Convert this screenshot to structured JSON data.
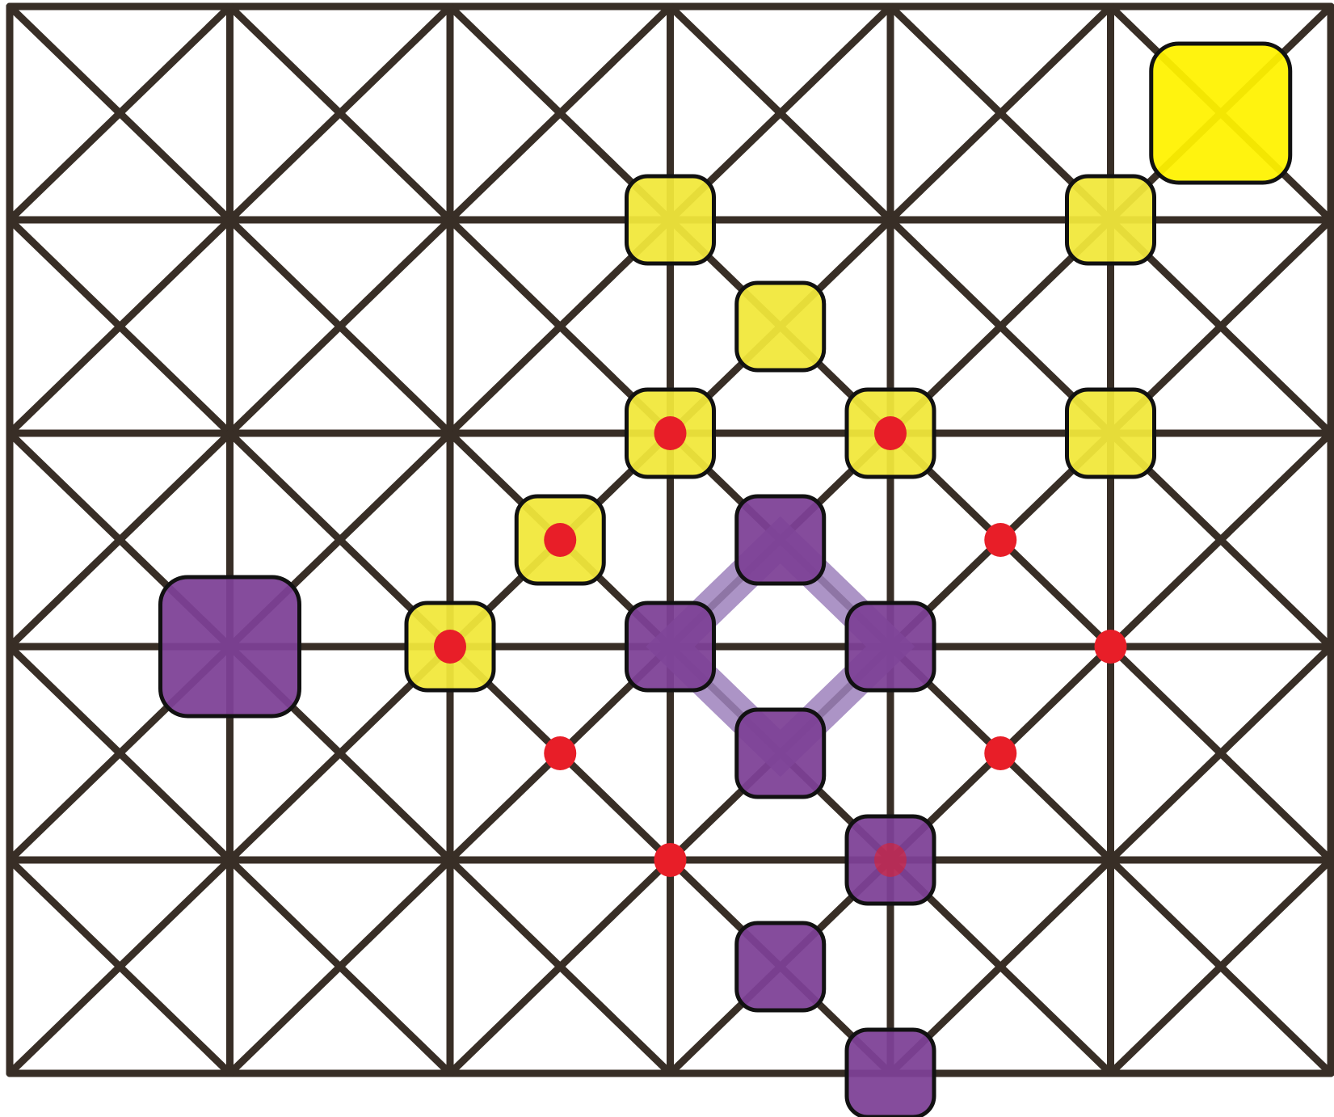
{
  "board": {
    "columns": 6,
    "rows": 5,
    "background": "#ffffff",
    "line_color": "#382e26"
  },
  "colors": {
    "yellow_piece": "#f1e83a",
    "yellow_selected": "#fff200",
    "purple_piece": "#7d4196",
    "highlight_band": "#9e81bc",
    "marker": "#e81e28",
    "piece_outline": "#111111"
  },
  "selected_pieces": [
    {
      "color": "purple",
      "node": [
        1,
        3
      ]
    },
    {
      "color": "yellow",
      "node": [
        5.5,
        0.5
      ]
    }
  ],
  "pieces": [
    {
      "color": "yellow",
      "node": [
        3,
        1
      ]
    },
    {
      "color": "yellow",
      "node": [
        3.5,
        1.5
      ]
    },
    {
      "color": "yellow",
      "node": [
        3,
        2
      ],
      "marked": true
    },
    {
      "color": "yellow",
      "node": [
        4,
        2
      ],
      "marked": true
    },
    {
      "color": "yellow",
      "node": [
        2.5,
        2.5
      ],
      "marked": true
    },
    {
      "color": "yellow",
      "node": [
        2,
        3
      ],
      "marked": true
    },
    {
      "color": "yellow",
      "node": [
        5,
        1
      ]
    },
    {
      "color": "yellow",
      "node": [
        5,
        2
      ]
    },
    {
      "color": "purple",
      "node": [
        3.5,
        2.5
      ]
    },
    {
      "color": "purple",
      "node": [
        3,
        3
      ]
    },
    {
      "color": "purple",
      "node": [
        4,
        3
      ]
    },
    {
      "color": "purple",
      "node": [
        3.5,
        3.5
      ]
    },
    {
      "color": "purple",
      "node": [
        4,
        4
      ],
      "marked": true
    },
    {
      "color": "purple",
      "node": [
        3.5,
        4.5
      ]
    },
    {
      "color": "purple",
      "node": [
        4,
        5
      ]
    }
  ],
  "markers": [
    [
      4.5,
      2.5
    ],
    [
      5,
      3
    ],
    [
      4.5,
      3.5
    ],
    [
      2.5,
      3.5
    ],
    [
      3,
      4
    ]
  ],
  "highlight_square": [
    [
      3.5,
      2.5
    ],
    [
      4,
      3
    ],
    [
      3.5,
      3.5
    ],
    [
      3,
      3
    ]
  ]
}
